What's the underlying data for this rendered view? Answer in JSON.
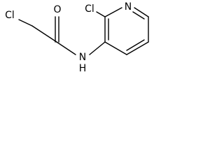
{
  "structure": {
    "atoms": {
      "cl_left": "Cl",
      "oxygen": "O",
      "amide_nitrogen": "N",
      "amide_hydrogen": "H",
      "ring_chlorine": "Cl",
      "ring_nitrogen": "N"
    }
  }
}
